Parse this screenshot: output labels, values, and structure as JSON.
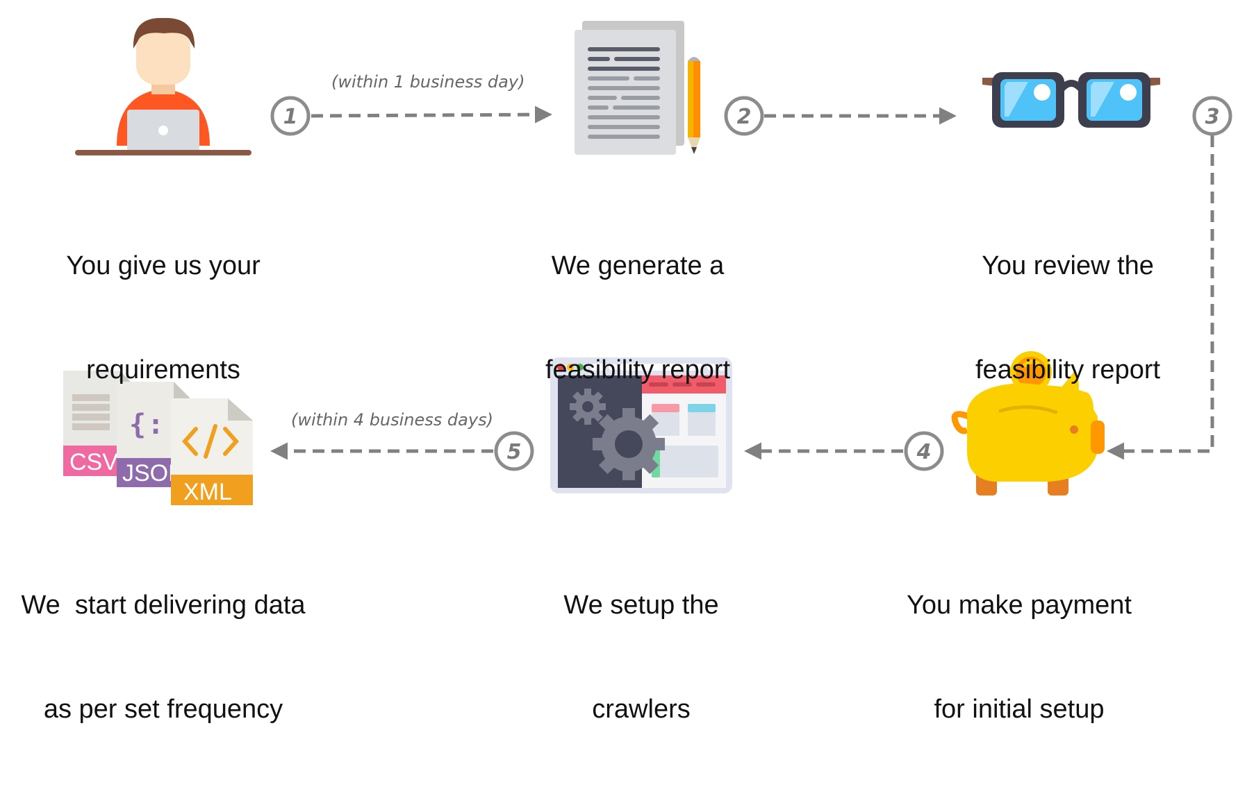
{
  "steps": [
    {
      "number": "1",
      "line1": "You give us your",
      "line2": "requirements",
      "icon": "person-laptop-icon"
    },
    {
      "number": "2",
      "line1": "We generate a",
      "line2": "feasibility report",
      "icon": "document-pencil-icon"
    },
    {
      "number": "3",
      "line1": "You review the",
      "line2": "feasibility report",
      "icon": "glasses-icon"
    },
    {
      "number": "4",
      "line1": "You make payment",
      "line2": "for initial setup",
      "icon": "piggy-bank-icon"
    },
    {
      "number": "5",
      "line1": "We setup the",
      "line2": "crawlers",
      "icon": "browser-gear-icon"
    },
    {
      "number": "",
      "line1": "We  start delivering data",
      "line2": "as per set frequency",
      "icon": "data-files-icon"
    }
  ],
  "notes": {
    "step1": "(within 1 business day)",
    "step5": "(within 4 business days)"
  },
  "file_types": [
    "CSV",
    "JSON",
    "XML"
  ],
  "colors": {
    "arrow": "#808080",
    "badge_border": "#8c8c8c",
    "shirt": "#ff5722",
    "lens": "#4fc3f7",
    "piggy": "#fcd000",
    "csv": "#ef6aa0",
    "json": "#8e6bab",
    "xml": "#f0a01e"
  }
}
